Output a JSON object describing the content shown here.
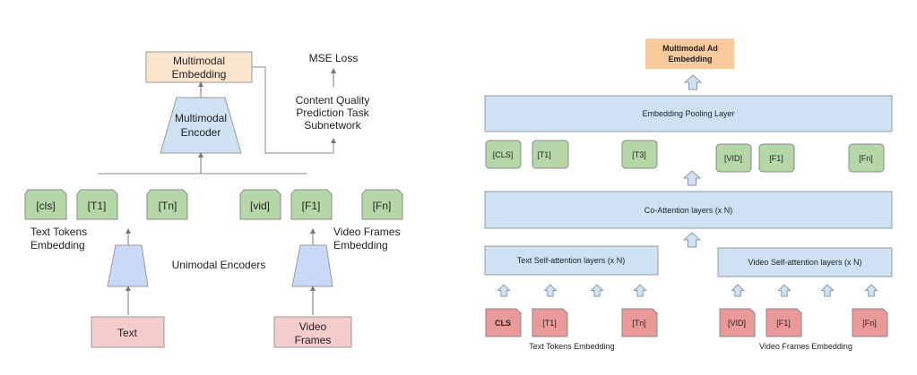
{
  "left": {
    "multimodal_embedding": [
      "Multimodal",
      "Embedding"
    ],
    "multimodal_encoder": [
      "Multimodal",
      "Encoder"
    ],
    "mse_loss": "MSE Loss",
    "task_subnetwork": [
      "Content Quality",
      "Prediction Task",
      "Subnetwork"
    ],
    "text_tokens": [
      "[cls]",
      "[T1]",
      "[Tn]"
    ],
    "video_tokens": [
      "[vid]",
      "[F1]",
      "[Fn]"
    ],
    "text_tokens_label": [
      "Text Tokens",
      "Embedding"
    ],
    "video_frames_label": [
      "Video Frames",
      "Embedding"
    ],
    "unimodal_encoders": "Unimodal Encoders",
    "text_input": "Text",
    "video_input": [
      "Video",
      "Frames"
    ]
  },
  "right": {
    "output": [
      "Multimodal Ad",
      "Embedding"
    ],
    "pooling_layer": "Embedding Pooling Layer",
    "pooled_tokens": [
      "[CLS]",
      "[T1]",
      "[T3]",
      "[VID]",
      "[F1]",
      "[Fn]"
    ],
    "co_attention": "Co-Attention layers (x N)",
    "text_self_attention": "Text Self-attention layers (x N)",
    "video_self_attention": "Video Self-attention layers (x N)",
    "text_inputs": [
      "CLS",
      "[T1]",
      "[Tn]"
    ],
    "video_inputs": [
      "[VID]",
      "[F1]",
      "[Fn]"
    ],
    "text_tokens_label": "Text Tokens Embedding",
    "video_frames_label": "Video Frames Embedding"
  },
  "colors": {
    "orange": "#fbe5cd",
    "orange_strong": "#f9cb9c",
    "blue": "#cfe2f3",
    "blue_trap": "#c9daf8",
    "green": "#b6d7a8",
    "pink": "#f4cccc",
    "red": "#ea9999",
    "stroke": "#888888"
  }
}
